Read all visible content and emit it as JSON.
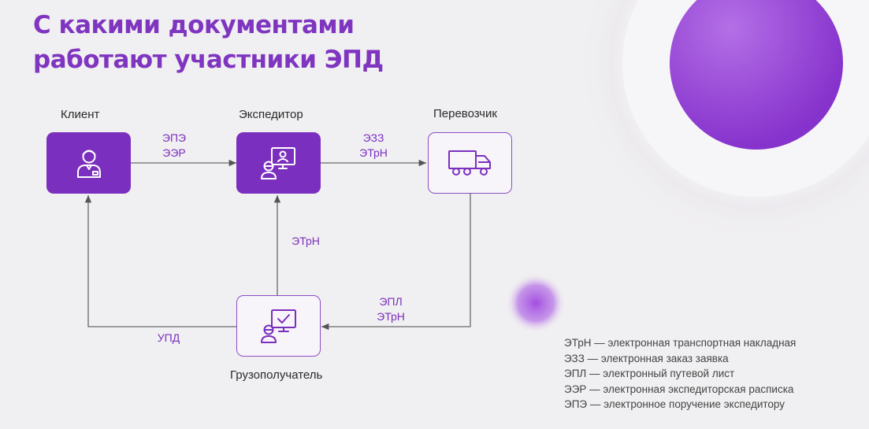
{
  "title": {
    "line1": "С какими документами",
    "line2": "работают участники ЭПД"
  },
  "colors": {
    "accent": "#7b2fbe",
    "title": "#7f35c0",
    "text": "#2a2a2a"
  },
  "nodes": {
    "client": {
      "label": "Клиент",
      "icon": "client-person-icon"
    },
    "forwarder": {
      "label": "Экспедитор",
      "icon": "monitor-person-icon"
    },
    "carrier": {
      "label": "Перевозчик",
      "icon": "truck-icon"
    },
    "consignee": {
      "label": "Грузополучатель",
      "icon": "monitor-check-person-icon"
    }
  },
  "edges": {
    "client_to_forwarder": {
      "line1": "ЭПЭ",
      "line2": "ЭЭР"
    },
    "forwarder_to_carrier": {
      "line1": "ЭЗЗ",
      "line2": "ЭТрН"
    },
    "consignee_to_forwarder": {
      "line1": "ЭТрН"
    },
    "carrier_to_consignee": {
      "line1": "ЭПЛ",
      "line2": "ЭТрН"
    },
    "consignee_to_client": {
      "line1": "УПД"
    }
  },
  "legend": [
    "ЭТрН — электронная транспортная накладная",
    "ЭЗЗ — электронная заказ заявка",
    "ЭПЛ — электронный путевой лист",
    "ЭЭР — электронная экспедиторская расписка",
    "ЭПЭ — электронное поручение экспедитору"
  ]
}
